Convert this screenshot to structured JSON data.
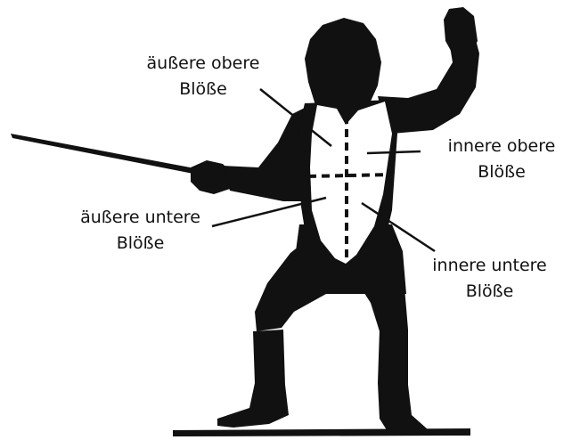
{
  "labels": {
    "outer_upper": {
      "line1": "äußere obere",
      "line2": "Blöße"
    },
    "inner_upper": {
      "line1": "innere obere",
      "line2": "Blöße"
    },
    "outer_lower": {
      "line1": "äußere untere",
      "line2": "Blöße"
    },
    "inner_lower": {
      "line1": "innere untere",
      "line2": "Blöße"
    }
  },
  "colors": {
    "figure": "#111111",
    "jacket": "#ffffff",
    "background": "#ffffff"
  }
}
